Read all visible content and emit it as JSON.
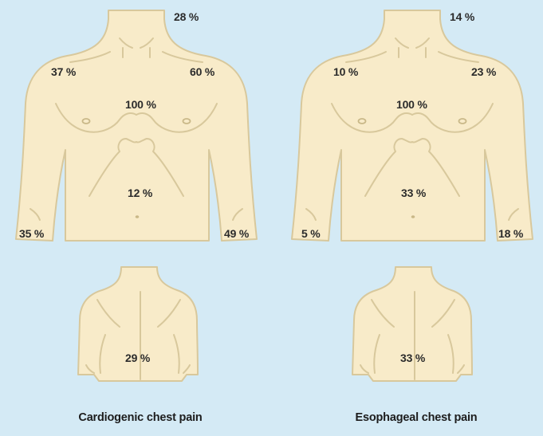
{
  "background_color": "#d4eaf5",
  "skin_color": "#f8ebc9",
  "outline_color": "#d8c89c",
  "panels": [
    {
      "caption": "Cardiogenic chest pain",
      "front": {
        "neck": "28 %",
        "right_shoulder": "37 %",
        "left_shoulder": "60 %",
        "chest": "100 %",
        "abdomen": "12 %",
        "right_arm": "35 %",
        "left_arm": "49 %"
      },
      "back": "29 %"
    },
    {
      "caption": "Esophageal chest pain",
      "front": {
        "neck": "14 %",
        "right_shoulder": "10 %",
        "left_shoulder": "23 %",
        "chest": "100 %",
        "abdomen": "33 %",
        "right_arm": "5 %",
        "left_arm": "18 %"
      },
      "back": "33 %"
    }
  ]
}
